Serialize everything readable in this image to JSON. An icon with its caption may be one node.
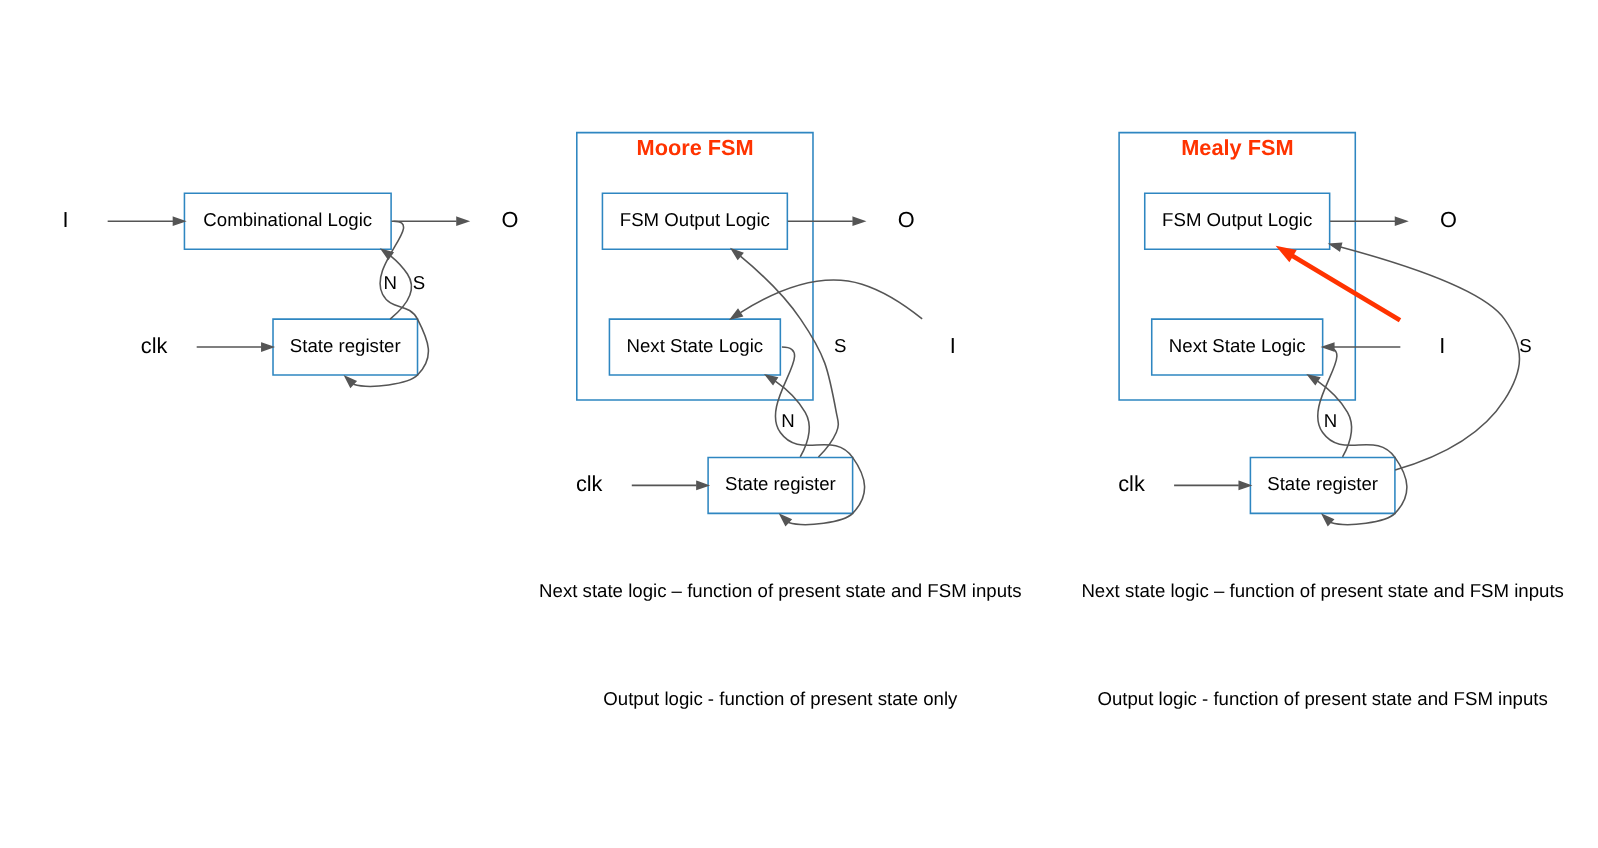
{
  "diagram": {
    "nodes": [
      {
        "text": [
          "I"
        ]
      },
      {
        "text": [
          "Combinational Logic"
        ]
      },
      {
        "text": [
          "O"
        ]
      },
      {
        "text": [
          "State register"
        ]
      },
      {
        "text": [
          "clk"
        ]
      },
      {
        "text": [
          "Moore FSM"
        ]
      },
      {
        "text": [
          "FSM Output Logic"
        ],
        "in": 5
      },
      {
        "text": [
          "Next State Logic"
        ],
        "in": 5
      },
      {
        "text": [
          "O"
        ]
      },
      {
        "text": [
          "I"
        ]
      },
      {
        "text": [
          "State register"
        ]
      },
      {
        "text": [
          "clk"
        ]
      },
      {
        "text": [
          "Mealy FSM"
        ]
      },
      {
        "text": [
          "FSM Output Logic"
        ],
        "in": 12
      },
      {
        "text": [
          "Next State Logic"
        ],
        "in": 12
      },
      {
        "text": [
          "O"
        ]
      },
      {
        "text": [
          "I"
        ]
      },
      {
        "text": [
          "State register"
        ]
      },
      {
        "text": [
          "clk"
        ]
      }
    ],
    "edges": [
      {
        "from": 0,
        "to": 1,
        "arrow": "to"
      },
      {
        "from": 1,
        "to": 2,
        "arrow": "to"
      },
      {
        "from": 3,
        "to": 1,
        "arrow": "to",
        "label": "S"
      },
      {
        "from": 1,
        "to": 3,
        "arrow": "to",
        "label": "N"
      },
      {
        "from": 4,
        "to": 3,
        "arrow": "to"
      },
      {
        "from": 6,
        "to": 8,
        "arrow": "to"
      },
      {
        "from": 9,
        "to": 7,
        "arrow": "to"
      },
      {
        "from": 10,
        "to": 6,
        "arrow": "to",
        "label": "S"
      },
      {
        "from": 10,
        "to": 7,
        "arrow": "to"
      },
      {
        "from": 7,
        "to": 10,
        "arrow": "to",
        "label": "N"
      },
      {
        "from": 11,
        "to": 10,
        "arrow": "to"
      },
      {
        "from": 13,
        "to": 15,
        "arrow": "to"
      },
      {
        "from": 16,
        "to": 14,
        "arrow": "to"
      },
      {
        "from": 16,
        "to": 13,
        "arrow": "to",
        "style": "thick",
        "color": "#ff3300"
      },
      {
        "from": 17,
        "to": 13,
        "arrow": "to",
        "label": "S"
      },
      {
        "from": 17,
        "to": 14,
        "arrow": "to"
      },
      {
        "from": 14,
        "to": 17,
        "arrow": "to",
        "label": "N"
      },
      {
        "from": 18,
        "to": 17,
        "arrow": "to"
      }
    ],
    "labels": [
      "Next state logic – function of present state and FSM inputs",
      "Next state logic – function of present state and FSM inputs",
      "Output logic - function of present state only",
      "Output logic - function of present state and FSM inputs"
    ]
  }
}
